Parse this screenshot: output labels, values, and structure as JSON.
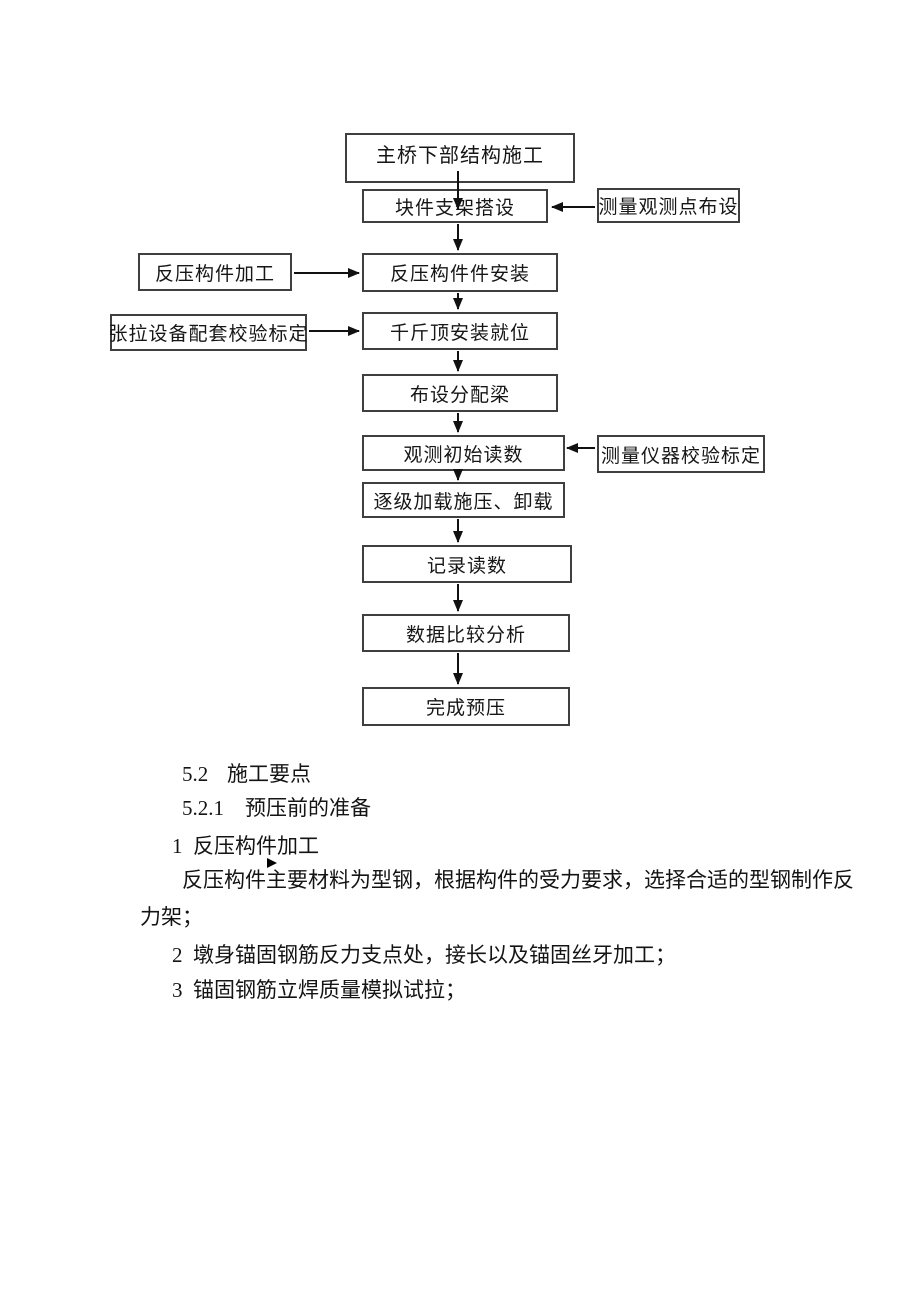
{
  "flowchart": {
    "main_boxes": [
      {
        "label": "主桥下部结构施工"
      },
      {
        "label": "块件支架搭设"
      },
      {
        "label": "反压构件件安装"
      },
      {
        "label": "千斤顶安装就位"
      },
      {
        "label": "布设分配梁"
      },
      {
        "label": "观测初始读数"
      },
      {
        "label": "逐级加载施压、卸载"
      },
      {
        "label": "记录读数"
      },
      {
        "label": "数据比较分析"
      },
      {
        "label": "完成预压"
      }
    ],
    "side_boxes": [
      {
        "label": "测量观测点布设"
      },
      {
        "label": "反压构件加工"
      },
      {
        "label": "张拉设备配套校验标定"
      },
      {
        "label": "测量仪器校验标定"
      }
    ]
  },
  "body": {
    "heading_1": {
      "num": "5.2",
      "text": "施工要点"
    },
    "heading_2": {
      "num": "5.2.1",
      "text": "预压前的准备"
    },
    "item_1": {
      "num": "1",
      "text": "反压构件加工"
    },
    "marker_icon": "black-right-triangle",
    "para_line_1": "反压构件主要材料为型钢，根据构件的受力要求，选择合适的型钢制作反",
    "para_line_2": "力架；",
    "item_2": {
      "num": "2",
      "text": "墩身锚固钢筋反力支点处，接长以及锚固丝牙加工；"
    },
    "item_3": {
      "num": "3",
      "text": "锚固钢筋立焊质量模拟试拉；"
    }
  },
  "colors": {
    "box_border": "#3f3f3f",
    "text": "#141414",
    "arrow": "#111111",
    "background": "#ffffff"
  }
}
